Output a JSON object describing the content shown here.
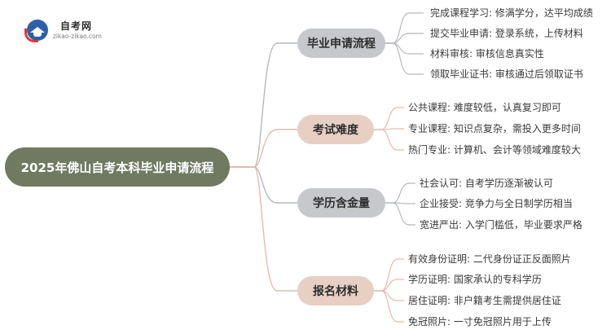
{
  "logo": {
    "title": "自考网",
    "url": "zikao-zikao.com"
  },
  "root": {
    "label": "2025年佛山自考本科毕业申请流程"
  },
  "branches": [
    {
      "label": "毕业申请流程",
      "items": [
        "完成课程学习: 修满学分，达平均成绩",
        "提交毕业申请: 登录系统，上传材料",
        "材料审核: 审核信息真实性",
        "领取毕业证书: 审核通过后领取证书"
      ]
    },
    {
      "label": "考试难度",
      "items": [
        "公共课程: 难度较低，认真复习即可",
        "专业课程: 知识点复杂，需投入更多时间",
        "热门专业: 计算机、会计等领域难度较大"
      ]
    },
    {
      "label": "学历含金量",
      "items": [
        "社会认可: 自考学历逐渐被认可",
        "企业接受: 竞争力与全日制学历相当",
        "宽进严出: 入学门槛低，毕业要求严格"
      ]
    },
    {
      "label": "报名材料",
      "items": [
        "有效身份证明: 二代身份证正反面照片",
        "学历证明: 国家承认的专科学历",
        "居住证明: 非户籍考生需提供居住证",
        "免冠照片: 一寸免冠照片用于上传"
      ]
    }
  ],
  "colors": {
    "root": "#6f7a61",
    "branch_gray": "#c6c8cc",
    "branch_peach": "#e7cfc3",
    "line_gray": "#b7b9bd",
    "line_peach": "#e2bcae"
  }
}
